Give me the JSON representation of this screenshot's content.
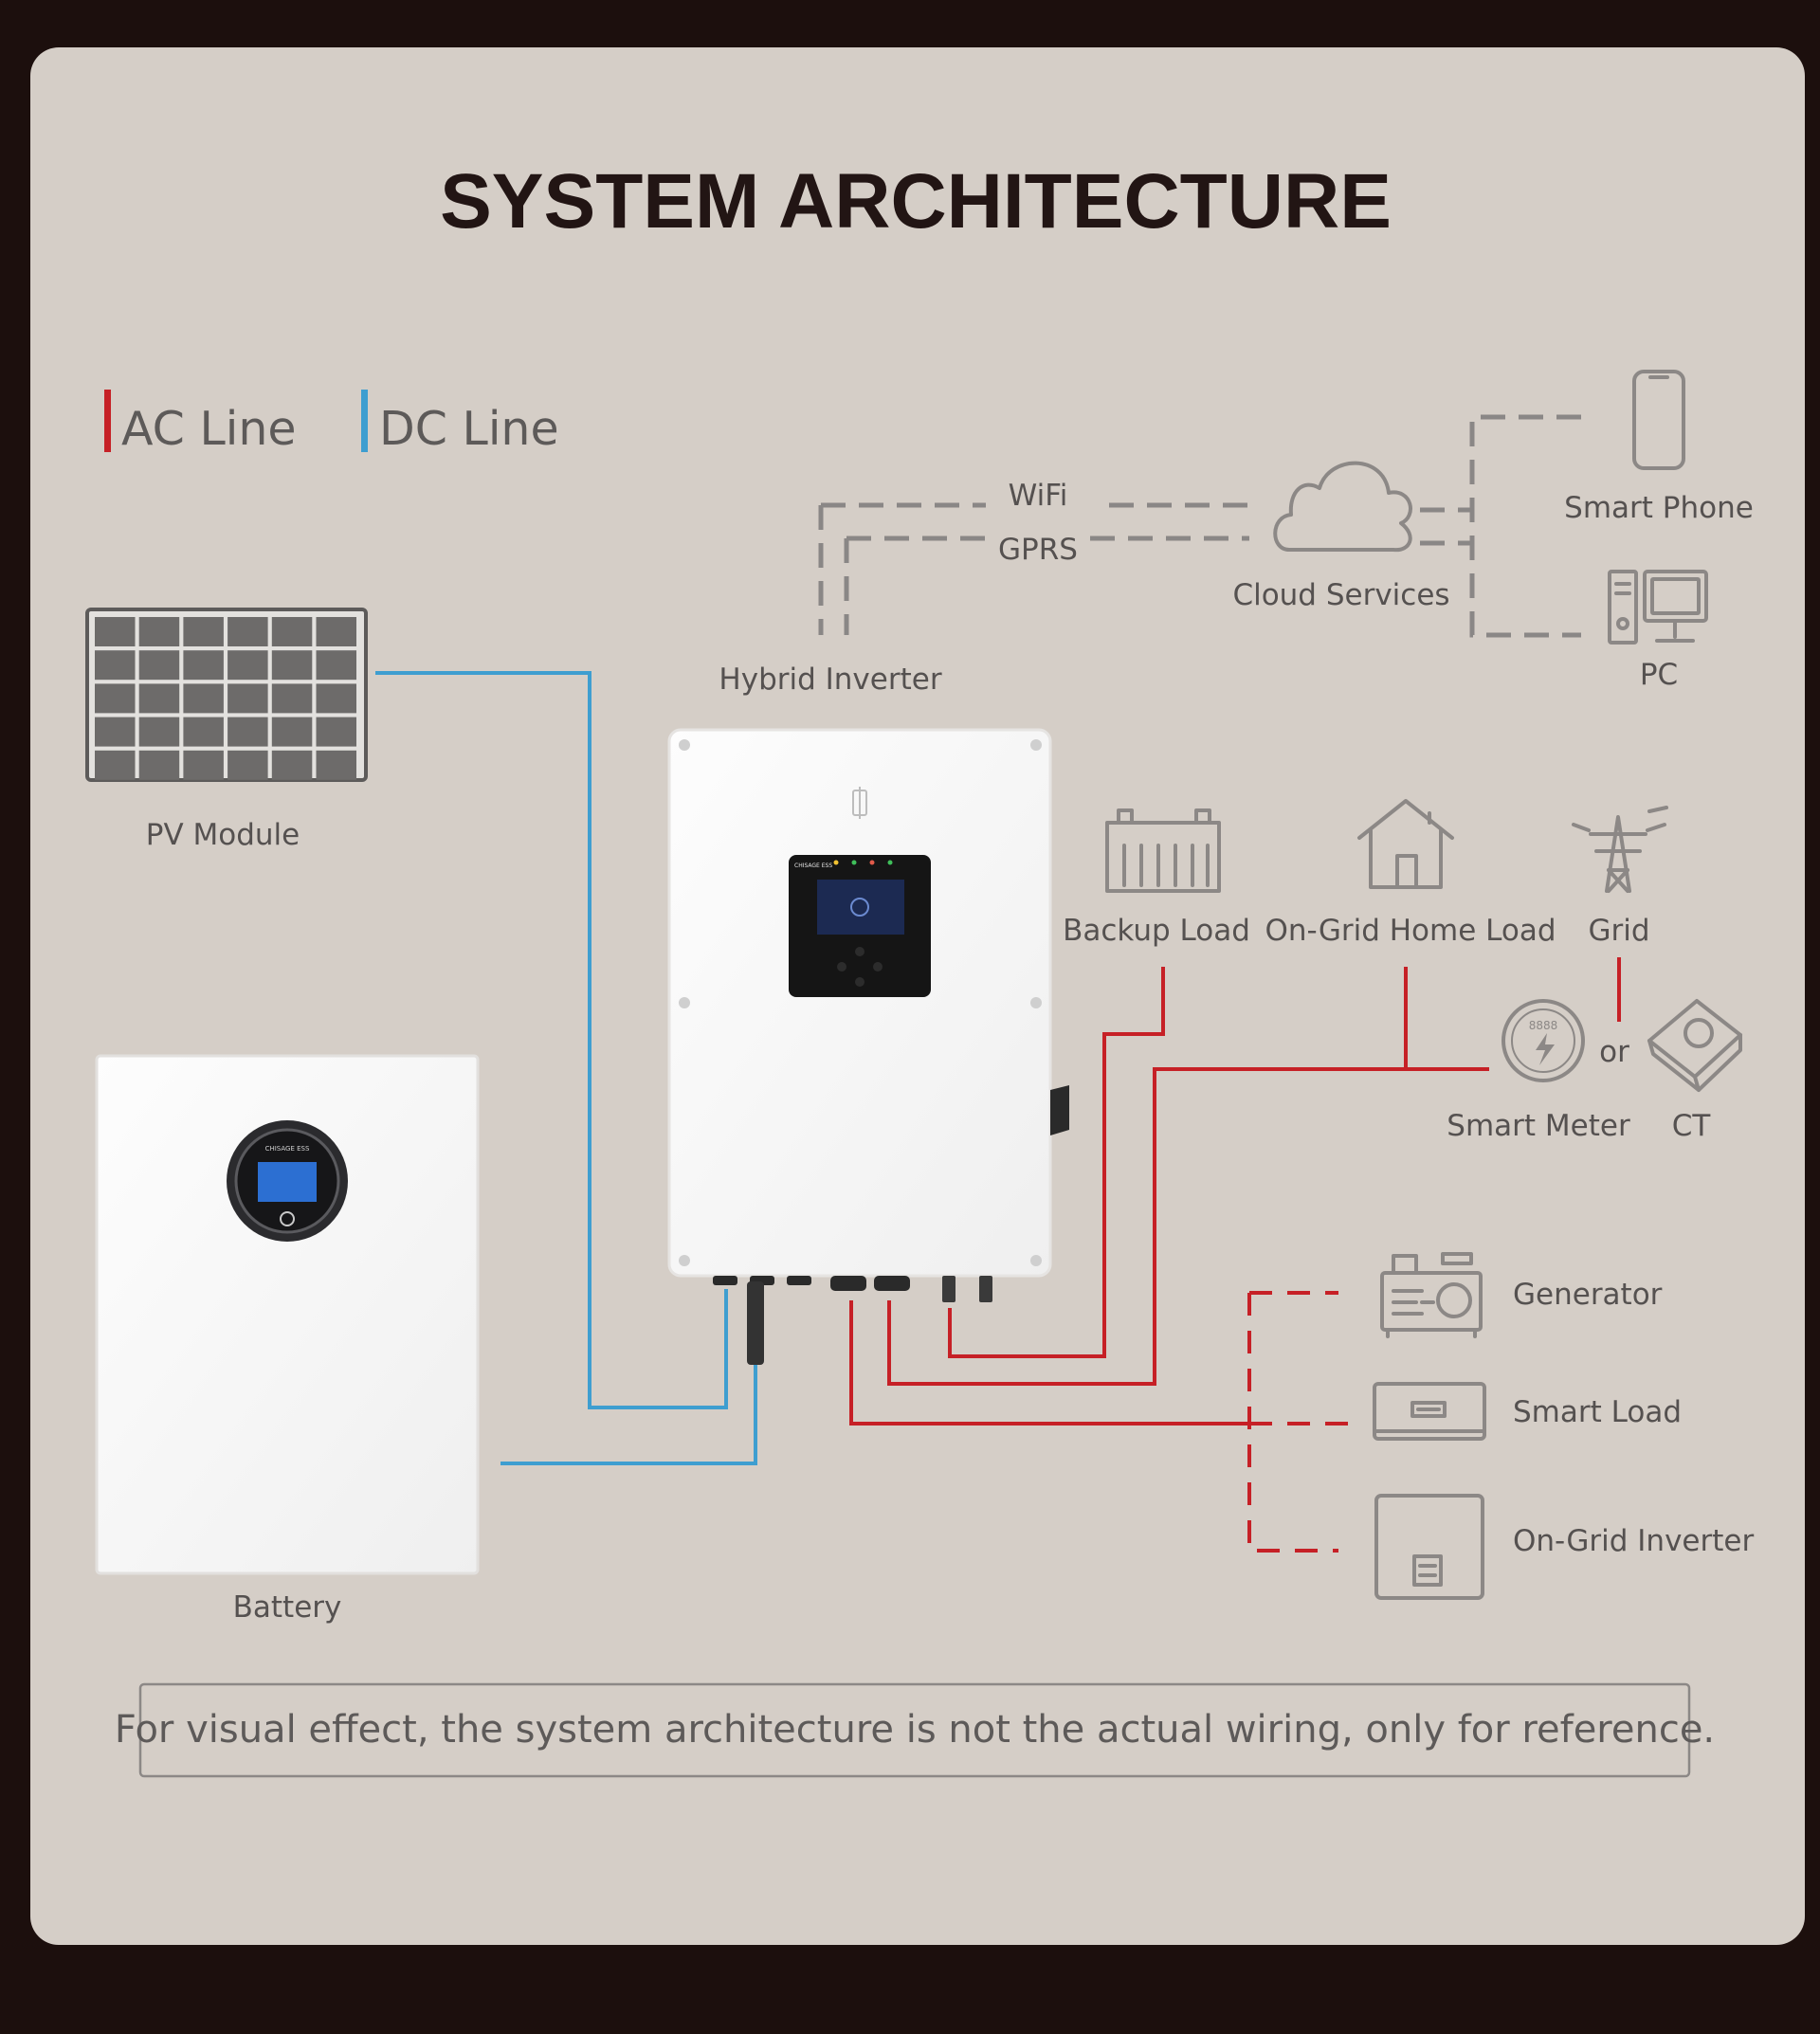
{
  "title": "SYSTEM ARCHITECTURE",
  "legend": {
    "ac": "AC Line",
    "dc": "DC Line"
  },
  "labels": {
    "wifi": "WiFi",
    "gprs": "GPRS",
    "cloud": "Cloud Services",
    "phone": "Smart Phone",
    "pc": "PC",
    "inverter": "Hybrid Inverter",
    "pv": "PV Module",
    "backup": "Backup Load",
    "home": "On-Grid Home Load",
    "grid": "Grid",
    "or": "or",
    "meter": "Smart Meter",
    "ct": "CT",
    "generator": "Generator",
    "smartload": "Smart Load",
    "ongrid_inv": "On-Grid Inverter",
    "battery": "Battery"
  },
  "brand": "CHISAGE ESS",
  "meter_display": "8888",
  "disclaimer": "For visual effect, the system architecture is not the actual wiring, only for reference.",
  "colors": {
    "ac_line": "#c62026",
    "dc_line": "#3e9ed0",
    "panel_bg": "#d5cec7",
    "frame": "#1c0f0d"
  }
}
